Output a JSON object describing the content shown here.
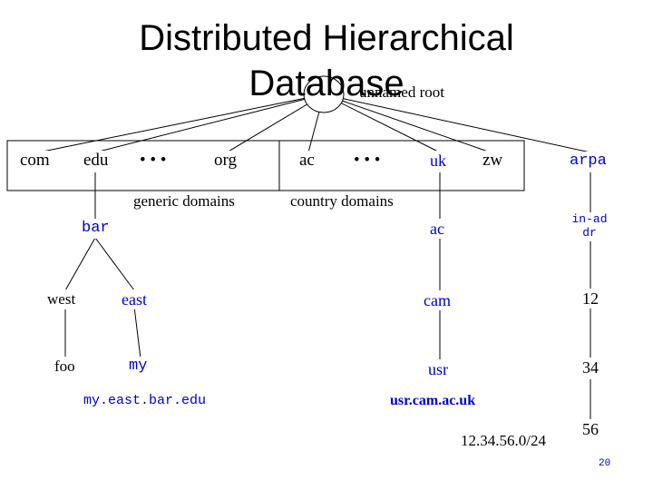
{
  "title": {
    "line1": "Distributed Hierarchical",
    "line2": "Database"
  },
  "root_label": "unnamed root",
  "top_level": {
    "com": "com",
    "edu": "edu",
    "org": "org",
    "ac": "ac",
    "uk": "uk",
    "zw": "zw",
    "arpa": "arpa",
    "ellipsis": "• • •"
  },
  "groups": {
    "generic": "generic domains",
    "country": "country domains"
  },
  "left_tree": {
    "bar": "bar",
    "west": "west",
    "east": "east",
    "foo": "foo",
    "my": "my",
    "fqdn": "my.east.bar.edu"
  },
  "middle_tree": {
    "ac": "ac",
    "cam": "cam",
    "usr": "usr",
    "fqdn": "usr.cam.ac.uk"
  },
  "right_tree": {
    "in_addr": "in-addr",
    "n12": "12",
    "n34": "34",
    "n56": "56",
    "subnet": "12.34.56.0/24"
  },
  "page_number": "20"
}
